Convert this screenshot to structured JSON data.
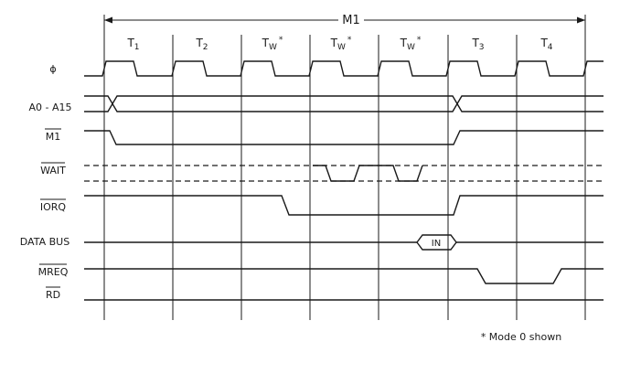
{
  "title": "M1",
  "periods": [
    {
      "main": "T",
      "sub": "1",
      "sup": ""
    },
    {
      "main": "T",
      "sub": "2",
      "sup": ""
    },
    {
      "main": "T",
      "sub": "W",
      "sup": "*"
    },
    {
      "main": "T",
      "sub": "W",
      "sup": "*"
    },
    {
      "main": "T",
      "sub": "W",
      "sup": "*"
    },
    {
      "main": "T",
      "sub": "3",
      "sup": ""
    },
    {
      "main": "T",
      "sub": "4",
      "sup": ""
    }
  ],
  "signals": [
    {
      "id": "clock",
      "label": "ϕ",
      "overline": false
    },
    {
      "id": "address",
      "label": "A0 - A15",
      "overline": false
    },
    {
      "id": "m1",
      "label": "M1",
      "overline": true
    },
    {
      "id": "wait",
      "label": "WAIT",
      "overline": true
    },
    {
      "id": "iorq",
      "label": "IORQ",
      "overline": true
    },
    {
      "id": "data-bus",
      "label": "DATA BUS",
      "overline": false
    },
    {
      "id": "mreq",
      "label": "MREQ",
      "overline": true
    },
    {
      "id": "rd",
      "label": "RD",
      "overline": true
    }
  ],
  "data_bus_value": "IN",
  "footnote": "* Mode 0 shown"
}
